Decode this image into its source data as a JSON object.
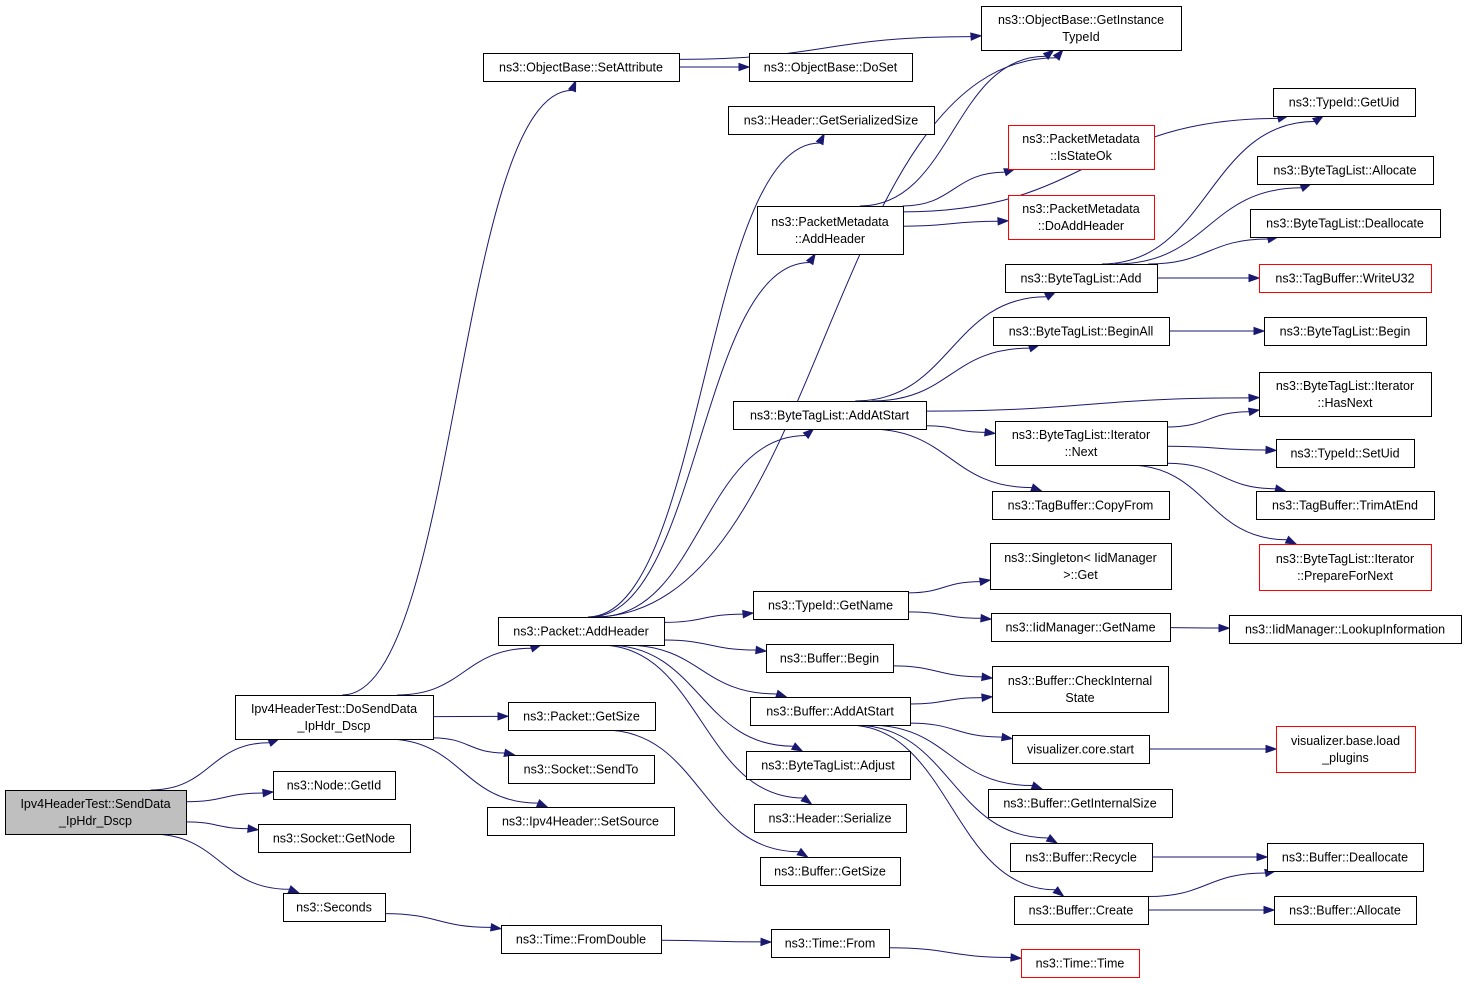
{
  "colors": {
    "edge": "#191970",
    "normal_border": "#000000",
    "truncated_border": "#ff0000",
    "root_fill": "#bfbfbf",
    "node_fill": "#ffffff"
  },
  "nodes": [
    {
      "id": "root",
      "lines": [
        "Ipv4HeaderTest::SendData",
        "_IpHdr_Dscp"
      ],
      "style": "root"
    },
    {
      "id": "dosend",
      "lines": [
        "Ipv4HeaderTest::DoSendData",
        "_IpHdr_Dscp"
      ],
      "style": "normal"
    },
    {
      "id": "nodegetid",
      "lines": [
        "ns3::Node::GetId"
      ],
      "style": "normal"
    },
    {
      "id": "socketgetnode",
      "lines": [
        "ns3::Socket::GetNode"
      ],
      "style": "normal"
    },
    {
      "id": "seconds",
      "lines": [
        "ns3::Seconds"
      ],
      "style": "normal"
    },
    {
      "id": "setattr",
      "lines": [
        "ns3::ObjectBase::SetAttribute"
      ],
      "style": "normal"
    },
    {
      "id": "getinsttype",
      "lines": [
        "ns3::ObjectBase::GetInstance",
        "TypeId"
      ],
      "style": "normal"
    },
    {
      "id": "doset",
      "lines": [
        "ns3::ObjectBase::DoSet"
      ],
      "style": "normal"
    },
    {
      "id": "hdrgetser",
      "lines": [
        "ns3::Header::GetSerializedSize"
      ],
      "style": "normal"
    },
    {
      "id": "pmaddheader",
      "lines": [
        "ns3::PacketMetadata",
        "::AddHeader"
      ],
      "style": "normal"
    },
    {
      "id": "pmisstate",
      "lines": [
        "ns3::PacketMetadata",
        "::IsStateOk"
      ],
      "style": "truncated"
    },
    {
      "id": "pmdoadd",
      "lines": [
        "ns3::PacketMetadata",
        "::DoAddHeader"
      ],
      "style": "truncated"
    },
    {
      "id": "typeidgetuid",
      "lines": [
        "ns3::TypeId::GetUid"
      ],
      "style": "normal"
    },
    {
      "id": "btlalloc",
      "lines": [
        "ns3::ByteTagList::Allocate"
      ],
      "style": "normal"
    },
    {
      "id": "btldealloc",
      "lines": [
        "ns3::ByteTagList::Deallocate"
      ],
      "style": "normal"
    },
    {
      "id": "btladd",
      "lines": [
        "ns3::ByteTagList::Add"
      ],
      "style": "normal"
    },
    {
      "id": "tbwrite",
      "lines": [
        "ns3::TagBuffer::WriteU32"
      ],
      "style": "truncated"
    },
    {
      "id": "btlbeginall",
      "lines": [
        "ns3::ByteTagList::BeginAll"
      ],
      "style": "normal"
    },
    {
      "id": "btlbegin",
      "lines": [
        "ns3::ByteTagList::Begin"
      ],
      "style": "normal"
    },
    {
      "id": "btladdatstart",
      "lines": [
        "ns3::ByteTagList::AddAtStart"
      ],
      "style": "normal"
    },
    {
      "id": "btlhasnext",
      "lines": [
        "ns3::ByteTagList::Iterator",
        "::HasNext"
      ],
      "style": "normal"
    },
    {
      "id": "btlnext",
      "lines": [
        "ns3::ByteTagList::Iterator",
        "::Next"
      ],
      "style": "normal"
    },
    {
      "id": "typeidsetuid",
      "lines": [
        "ns3::TypeId::SetUid"
      ],
      "style": "normal"
    },
    {
      "id": "tbcopyfrom",
      "lines": [
        "ns3::TagBuffer::CopyFrom"
      ],
      "style": "normal"
    },
    {
      "id": "tbtrim",
      "lines": [
        "ns3::TagBuffer::TrimAtEnd"
      ],
      "style": "normal"
    },
    {
      "id": "btlprep",
      "lines": [
        "ns3::ByteTagList::Iterator",
        "::PrepareForNext"
      ],
      "style": "truncated"
    },
    {
      "id": "singleton",
      "lines": [
        "ns3::Singleton< IidManager",
        ">::Get"
      ],
      "style": "normal"
    },
    {
      "id": "pktaddheader",
      "lines": [
        "ns3::Packet::AddHeader"
      ],
      "style": "normal"
    },
    {
      "id": "typeidgetname",
      "lines": [
        "ns3::TypeId::GetName"
      ],
      "style": "normal"
    },
    {
      "id": "iidgetname",
      "lines": [
        "ns3::IidManager::GetName"
      ],
      "style": "normal"
    },
    {
      "id": "iidlookup",
      "lines": [
        "ns3::IidManager::LookupInformation"
      ],
      "style": "normal"
    },
    {
      "id": "bufbegin",
      "lines": [
        "ns3::Buffer::Begin"
      ],
      "style": "normal"
    },
    {
      "id": "bufcheck",
      "lines": [
        "ns3::Buffer::CheckInternal",
        "State"
      ],
      "style": "normal"
    },
    {
      "id": "pktgetsize",
      "lines": [
        "ns3::Packet::GetSize"
      ],
      "style": "normal"
    },
    {
      "id": "bufaddatstart",
      "lines": [
        "ns3::Buffer::AddAtStart"
      ],
      "style": "normal"
    },
    {
      "id": "viscore",
      "lines": [
        "visualizer.core.start"
      ],
      "style": "normal"
    },
    {
      "id": "visbase",
      "lines": [
        "visualizer.base.load",
        "_plugins"
      ],
      "style": "truncated"
    },
    {
      "id": "socksendto",
      "lines": [
        "ns3::Socket::SendTo"
      ],
      "style": "normal"
    },
    {
      "id": "btladjust",
      "lines": [
        "ns3::ByteTagList::Adjust"
      ],
      "style": "normal"
    },
    {
      "id": "bufgetint",
      "lines": [
        "ns3::Buffer::GetInternalSize"
      ],
      "style": "normal"
    },
    {
      "id": "ipv4setsrc",
      "lines": [
        "ns3::Ipv4Header::SetSource"
      ],
      "style": "normal"
    },
    {
      "id": "hdrser",
      "lines": [
        "ns3::Header::Serialize"
      ],
      "style": "normal"
    },
    {
      "id": "bufrecycle",
      "lines": [
        "ns3::Buffer::Recycle"
      ],
      "style": "normal"
    },
    {
      "id": "bufdealloc",
      "lines": [
        "ns3::Buffer::Deallocate"
      ],
      "style": "normal"
    },
    {
      "id": "bufgetsize",
      "lines": [
        "ns3::Buffer::GetSize"
      ],
      "style": "normal"
    },
    {
      "id": "bufcreate",
      "lines": [
        "ns3::Buffer::Create"
      ],
      "style": "normal"
    },
    {
      "id": "bufalloc",
      "lines": [
        "ns3::Buffer::Allocate"
      ],
      "style": "normal"
    },
    {
      "id": "timefromdouble",
      "lines": [
        "ns3::Time::FromDouble"
      ],
      "style": "normal"
    },
    {
      "id": "timefrom",
      "lines": [
        "ns3::Time::From"
      ],
      "style": "normal"
    },
    {
      "id": "timetime",
      "lines": [
        "ns3::Time::Time"
      ],
      "style": "truncated"
    }
  ],
  "edges": [
    [
      "root",
      "dosend"
    ],
    [
      "root",
      "nodegetid"
    ],
    [
      "root",
      "socketgetnode"
    ],
    [
      "root",
      "seconds"
    ],
    [
      "dosend",
      "setattr"
    ],
    [
      "dosend",
      "pktaddheader"
    ],
    [
      "dosend",
      "pktgetsize"
    ],
    [
      "dosend",
      "socksendto"
    ],
    [
      "dosend",
      "ipv4setsrc"
    ],
    [
      "setattr",
      "getinsttype"
    ],
    [
      "setattr",
      "doset"
    ],
    [
      "pktaddheader",
      "hdrgetser"
    ],
    [
      "pktaddheader",
      "pmaddheader"
    ],
    [
      "pktaddheader",
      "btladdatstart"
    ],
    [
      "pktaddheader",
      "getinsttype"
    ],
    [
      "pktaddheader",
      "typeidgetname"
    ],
    [
      "pktaddheader",
      "bufbegin"
    ],
    [
      "pktaddheader",
      "bufaddatstart"
    ],
    [
      "pktaddheader",
      "btladjust"
    ],
    [
      "pktaddheader",
      "hdrser"
    ],
    [
      "pmaddheader",
      "getinsttype"
    ],
    [
      "pmaddheader",
      "typeidgetuid"
    ],
    [
      "pmaddheader",
      "pmisstate"
    ],
    [
      "pmaddheader",
      "pmdoadd"
    ],
    [
      "btladdatstart",
      "btladd"
    ],
    [
      "btladdatstart",
      "btlbeginall"
    ],
    [
      "btladdatstart",
      "btlhasnext"
    ],
    [
      "btladdatstart",
      "btlnext"
    ],
    [
      "btladdatstart",
      "tbcopyfrom"
    ],
    [
      "btladd",
      "typeidgetuid"
    ],
    [
      "btladd",
      "btlalloc"
    ],
    [
      "btladd",
      "btldealloc"
    ],
    [
      "btladd",
      "tbwrite"
    ],
    [
      "btlbeginall",
      "btlbegin"
    ],
    [
      "btlnext",
      "btlhasnext"
    ],
    [
      "btlnext",
      "typeidsetuid"
    ],
    [
      "btlnext",
      "tbtrim"
    ],
    [
      "btlnext",
      "btlprep"
    ],
    [
      "typeidgetname",
      "singleton"
    ],
    [
      "typeidgetname",
      "iidgetname"
    ],
    [
      "iidgetname",
      "iidlookup"
    ],
    [
      "bufbegin",
      "bufcheck"
    ],
    [
      "bufaddatstart",
      "bufcheck"
    ],
    [
      "bufaddatstart",
      "viscore"
    ],
    [
      "bufaddatstart",
      "bufgetint"
    ],
    [
      "bufaddatstart",
      "bufrecycle"
    ],
    [
      "bufaddatstart",
      "bufcreate"
    ],
    [
      "viscore",
      "visbase"
    ],
    [
      "bufrecycle",
      "bufdealloc"
    ],
    [
      "bufcreate",
      "bufdealloc"
    ],
    [
      "bufcreate",
      "bufalloc"
    ],
    [
      "pktgetsize",
      "bufgetsize"
    ],
    [
      "seconds",
      "timefromdouble"
    ],
    [
      "timefromdouble",
      "timefrom"
    ],
    [
      "timefrom",
      "timetime"
    ]
  ]
}
